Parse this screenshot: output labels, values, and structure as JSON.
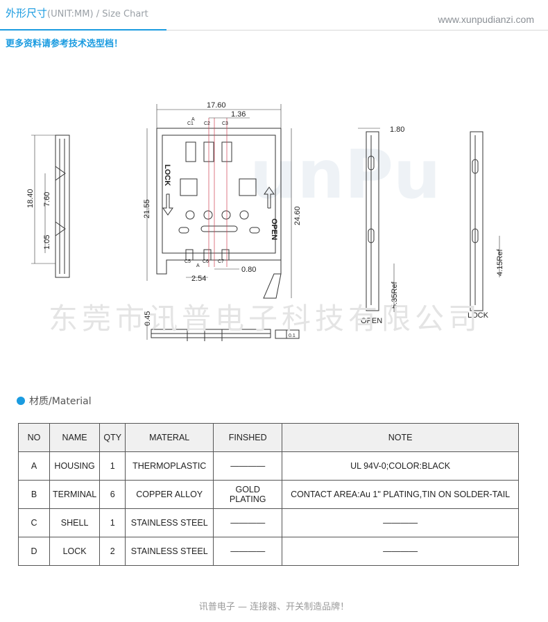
{
  "header": {
    "title_cn": "外形尺寸",
    "title_sub": "(UNIT:MM) / Size Chart",
    "site": "www.xunpudianzi.com",
    "tagline": "更多资料请参考技术选型档！"
  },
  "drawing": {
    "watermark_text": "东莞市讯普电子科技有限公司",
    "logo_text": "unPu",
    "dims": {
      "width_total": "17.60",
      "pitch_top": "1.36",
      "height_inner": "21.55",
      "height_total": "24.60",
      "pitch_bottom": "2.54",
      "offset_bottom": "0.80",
      "left_h1": "18.40",
      "left_h2": "7.60",
      "left_h3": "1.05",
      "thickness": "0.45",
      "side_top": "1.80",
      "side_ref": "5.35Ref",
      "right_ref": "4.15Ref",
      "flatness": "0.1"
    },
    "labels": {
      "lock_vertical": "LOCK",
      "open_vertical": "OPEN",
      "open_side": "OPEN",
      "lock_side": "LOCK",
      "c1": "C1",
      "c2": "C2",
      "c3": "C3",
      "c5": "C5",
      "c6": "C6",
      "c7": "C7",
      "a_top": "A",
      "a_bottom": "A"
    }
  },
  "material": {
    "heading": "材质/Material",
    "columns": [
      "NO",
      "NAME",
      "QTY",
      "MATERAL",
      "FINSHED",
      "NOTE"
    ],
    "rows": [
      [
        "A",
        "HOUSING",
        "1",
        "THERMOPLASTIC",
        "————",
        "UL 94V-0;COLOR:BLACK"
      ],
      [
        "B",
        "TERMINAL",
        "6",
        "COPPER ALLOY",
        "GOLD PLATING",
        "CONTACT AREA:Au 1\" PLATING,TIN ON SOLDER-TAIL"
      ],
      [
        "C",
        "SHELL",
        "1",
        "STAINLESS STEEL",
        "————",
        "————"
      ],
      [
        "D",
        "LOCK",
        "2",
        "STAINLESS STEEL",
        "————",
        "————"
      ]
    ]
  },
  "footer": {
    "text": "讯普电子 — 连接器、开关制造品牌！"
  },
  "colors": {
    "accent": "#1a9be0",
    "line": "#d8d8d8",
    "table_head": "#f0f0f0"
  }
}
